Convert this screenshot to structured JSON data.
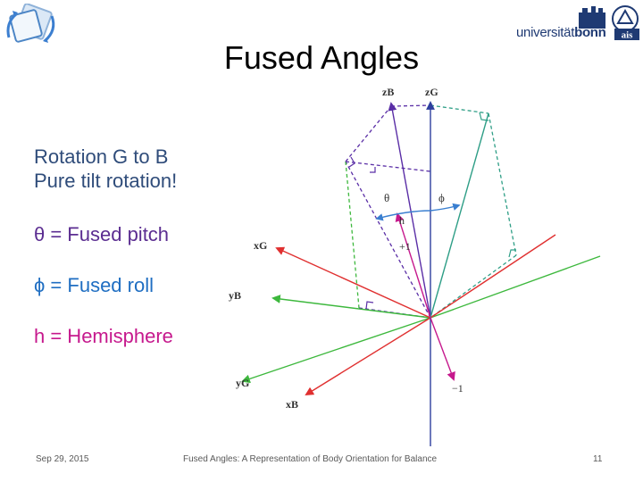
{
  "slide": {
    "title": "Fused Angles",
    "bullets": {
      "line1": "Rotation G to B",
      "line2": "Pure tilt rotation!",
      "theta": "θ = Fused pitch",
      "phi": "ϕ = Fused roll",
      "hemi": "h = Hemisphere"
    },
    "footer": {
      "date": "Sep 29, 2015",
      "presentation": "Fused Angles: A Representation of Body Orientation for Balance",
      "page": "11"
    }
  },
  "logo": {
    "university_regular": "universität",
    "university_bold": "bonn",
    "badge": "ais"
  },
  "diagram": {
    "labels": {
      "zB": "zB",
      "zG": "zG",
      "xG": "xG",
      "yB": "yB",
      "yG": "yG",
      "xB": "xB",
      "theta": "θ",
      "phi": "ϕ",
      "h": "h",
      "plus1": "+1",
      "minus1": "−1"
    },
    "colors": {
      "body_z": "#5a2ea6",
      "global_z": "#2e3f9e",
      "green": "#3db83d",
      "teal": "#2e9e86",
      "red": "#e03030",
      "magenta": "#c6198d",
      "arc": "#3a7fd0"
    }
  }
}
